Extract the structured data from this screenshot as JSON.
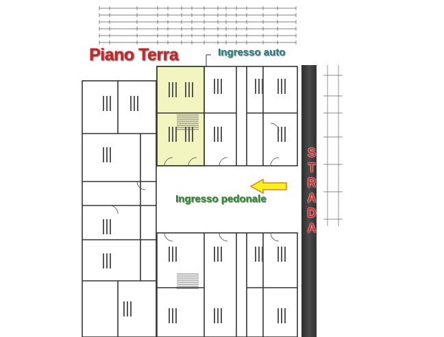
{
  "plan": {
    "title": "Piano Terra",
    "entrance_car": "Ingresso auto",
    "entrance_pedestrian": "Ingresso pedonale",
    "road": "STRADA",
    "road_letters": [
      "S",
      "T",
      "R",
      "A",
      "D",
      "A"
    ]
  },
  "colors": {
    "title": "#c0262a",
    "entrance_car": "#2a7f8f",
    "entrance_pedestrian": "#2e8b2e",
    "highlight_fill": "#f3f5c0",
    "highlight_border": "#7cc242",
    "arrow": "#f7f21e",
    "road": "#333333"
  }
}
